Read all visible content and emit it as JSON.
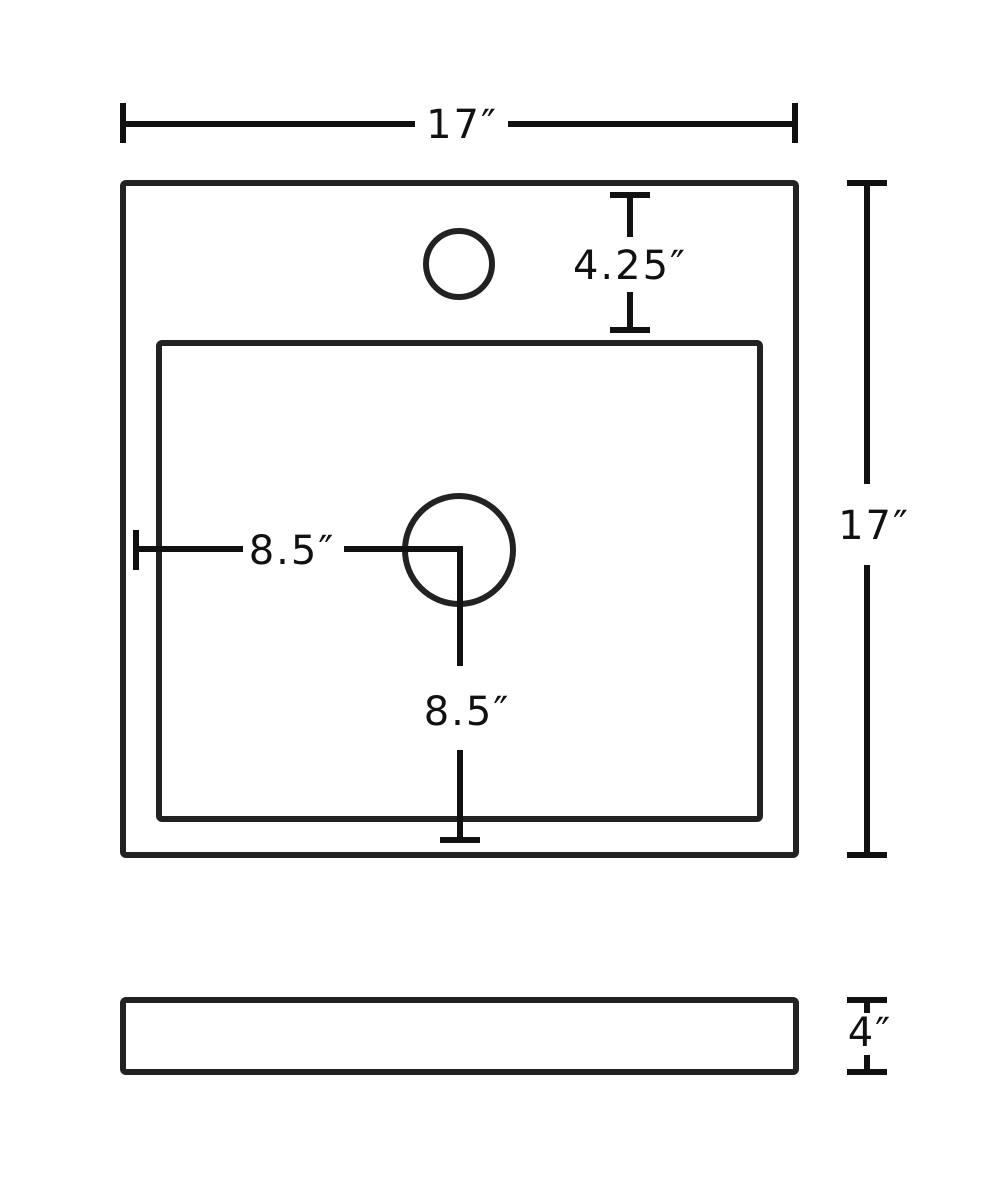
{
  "dimensions": {
    "overall_width": "17″",
    "overall_depth": "17″",
    "faucet_hole_offset": "4.25″",
    "drain_offset_side": "8.5″",
    "drain_offset_front": "8.5″",
    "height": "4″"
  },
  "colors": {
    "line": "#111111",
    "outline": "#222222",
    "background": "#ffffff"
  }
}
